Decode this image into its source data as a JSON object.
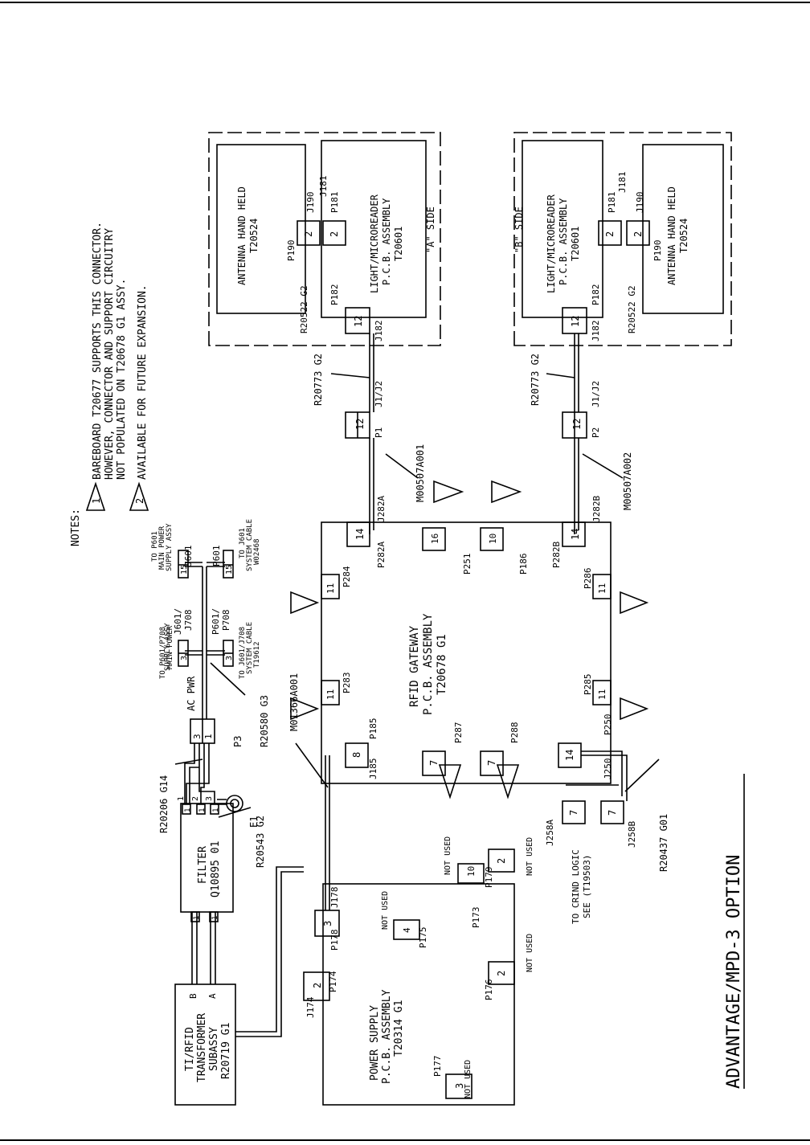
{
  "title": "ADVANTAGE/MPD-3 OPTION",
  "notes": {
    "heading": "NOTES:",
    "note1": {
      "num": "1",
      "line1": "BAREBOARD T20677 SUPPORTS THIS CONNECTOR.",
      "line2": "HOWEVER, CONNECTOR AND SUPPORT CIRCUITRY",
      "line3": "NOT POPULATED ON T20678 G1 ASSY."
    },
    "note2": {
      "num": "2",
      "line1": "AVAILABLE FOR FUTURE EXPANSION."
    }
  },
  "side_a": {
    "label": "\"A\" SIDE",
    "antenna": {
      "line1": "ANTENNA HAND HELD",
      "line2": "T20524",
      "plug": "P190",
      "pin": "2",
      "jack": "J190"
    },
    "light": {
      "line1": "LIGHT/MICROREADER",
      "line2": "P.C.B. ASSEMBLY",
      "line3": "T20601",
      "plug": "P181",
      "pin": "2",
      "jack": "J181",
      "plug2": "P182",
      "pin2": "12",
      "jack2": "J182"
    },
    "cable_short": "R20522 G2",
    "cable_long": "R20773 G2",
    "conn": {
      "jack": "J1/J2",
      "pin": "12",
      "plug": "P1"
    },
    "harness": "M00507A001"
  },
  "side_b": {
    "label": "\"B\" SIDE",
    "antenna": {
      "line1": "ANTENNA HAND HELD",
      "line2": "T20524",
      "plug": "P190",
      "pin": "2",
      "jack": "J190"
    },
    "light": {
      "line1": "LIGHT/MICROREADER",
      "line2": "P.C.B. ASSEMBLY",
      "line3": "T20601",
      "plug": "P181",
      "pin": "2",
      "jack": "J181",
      "plug2": "P182",
      "pin2": "12",
      "jack2": "J182"
    },
    "cable_short": "R20522 G2",
    "cable_long": "R20773 G2",
    "conn": {
      "jack": "J1/J2",
      "pin": "12",
      "plug": "P2"
    },
    "harness": "M00507A002"
  },
  "gateway": {
    "line1": "RFID GATEWAY",
    "line2": "P.C.B. ASSEMBLY",
    "line3": "T20678 G1",
    "p282a": {
      "pin": "14",
      "plug": "P282A",
      "jack": "J282A"
    },
    "p282b": {
      "pin": "14",
      "plug": "P282B",
      "jack": "J282B"
    },
    "p251": {
      "pin": "16",
      "label": "P251",
      "note": "1"
    },
    "p186": {
      "pin": "10",
      "label": "P186",
      "note": "1"
    },
    "p284": {
      "pin": "11",
      "label": "P284",
      "note": "2"
    },
    "p283": {
      "pin": "11",
      "label": "P283",
      "note": "2"
    },
    "p286": {
      "pin": "11",
      "label": "P286",
      "note": "1"
    },
    "p285": {
      "pin": "11",
      "label": "P285",
      "note": "1"
    },
    "p185": {
      "pin": "8",
      "plug": "P185",
      "jack": "J185"
    },
    "p287": {
      "pin": "7",
      "label": "P287",
      "note": "1"
    },
    "p288": {
      "pin": "7",
      "label": "P288",
      "note": "1"
    },
    "p250": {
      "pin": "14",
      "plug": "P250",
      "jack": "J250"
    }
  },
  "power_supply": {
    "line1": "POWER SUPPLY",
    "line2": "P.C.B. ASSEMBLY",
    "line3": "T20314 G1",
    "p178": {
      "pin": "3",
      "plug": "P178",
      "jack": "J178"
    },
    "p175": {
      "pin": "4",
      "label": "P175",
      "note": "NOT USED"
    },
    "p173": {
      "pin": "10",
      "label": "P173",
      "note": "NOT USED"
    },
    "p179": {
      "pin": "2",
      "label": "P179",
      "note": "NOT USED"
    },
    "p176": {
      "pin": "2",
      "label": "P176",
      "note": "NOT USED"
    },
    "p177": {
      "pin": "3",
      "label": "P177",
      "note": "NOT USED"
    },
    "p174": {
      "pin": "2",
      "plug": "P174",
      "jack": "J174"
    }
  },
  "transformer": {
    "line1": "TI/RFID",
    "line2": "TRANSFORMER",
    "line3": "SUBASSY",
    "line4": "R20719 G1"
  },
  "filter": {
    "line1": "FILTER",
    "line2": "Q10895 01",
    "in_a": "A",
    "in_b": "B",
    "pins": [
      "1",
      "1",
      "1",
      "1",
      "1"
    ],
    "out": [
      "1",
      "2",
      "3"
    ]
  },
  "cables": {
    "r20206": "R20206 G14",
    "r20543": "R20543 G2",
    "e1": "E1",
    "p3": "P3",
    "p3pins": "3 1",
    "ac_pwr": "AC PWR",
    "r20580": "R20580 G3",
    "m01366": "M01366A001",
    "r20437": "R20437 G01",
    "j258a": "J258A",
    "j258b": "J258B",
    "pin7": "7",
    "crind1": "TO CRIND LOGIC",
    "crind2": "SEE (T19503)"
  },
  "ac_branch": {
    "j601_708": {
      "l1": "J601/",
      "l2": "J708",
      "pin": "3"
    },
    "p601_708": {
      "l1": "P601/",
      "l2": "P708",
      "pin": "3"
    },
    "j601": {
      "label": "J601",
      "pin": "15"
    },
    "p601": {
      "label": "P601",
      "pin": "15"
    },
    "to_p601_708": [
      "TO P601/P708",
      "MAIN POWER",
      "SUPPLY ASSY"
    ],
    "to_j601_708": [
      "TO J601/J708",
      "SYSTEM CABLE",
      "T19612"
    ],
    "to_p601": [
      "TO P601",
      "MAIN POWER",
      "SUPPLY ASSY"
    ],
    "to_j601": [
      "TO J601",
      "SYSTEM CABLE",
      "W02468"
    ]
  }
}
